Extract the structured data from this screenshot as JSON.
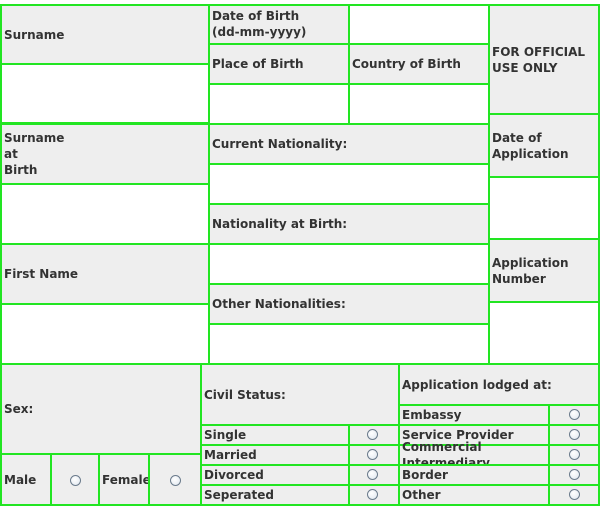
{
  "labels": {
    "surname": "Surname",
    "dob": "Date of Birth\n(dd-mm-yyyy)",
    "place_of_birth": "Place of Birth",
    "country_of_birth": "Country of Birth",
    "official_use": "FOR OFFICIAL\nUSE ONLY",
    "surname_at_birth": "Surname\nat\nBirth",
    "current_nationality": "Current Nationality:",
    "date_of_application": "Date of\nApplication",
    "nationality_at_birth": "Nationality at Birth:",
    "first_name": "First Name",
    "application_number": "Application\nNumber",
    "other_nationalities": "Other Nationalities:",
    "sex": "Sex:",
    "civil_status": "Civil Status:",
    "application_lodged": "Application lodged at:"
  },
  "sex_options": [
    "Male",
    "Female"
  ],
  "civil_status_options": [
    "Single",
    "Married",
    "Divorced",
    "Seperated"
  ],
  "lodged_options": [
    "Embassy",
    "Service Provider",
    "Commercial Intermediary",
    "Border",
    "Other"
  ],
  "colors": {
    "border": "#22e522",
    "label_bg": "#eeeeee",
    "field_bg": "#ffffff"
  }
}
